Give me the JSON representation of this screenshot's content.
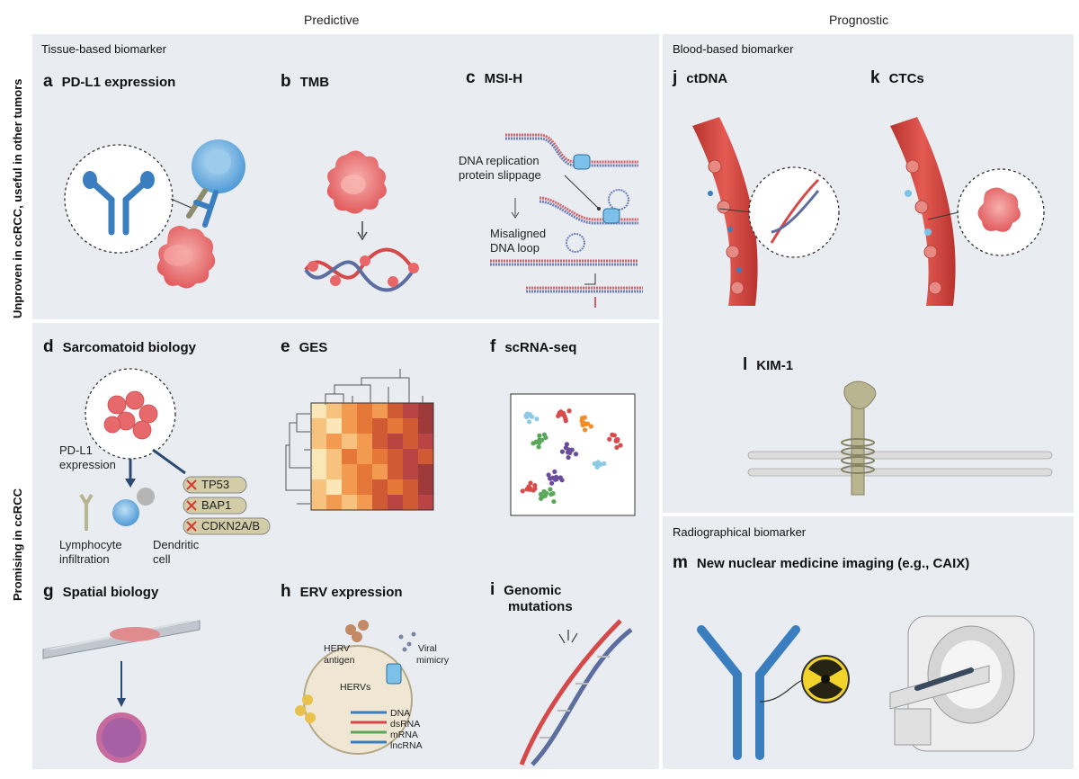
{
  "columns": {
    "predictive": "Predictive",
    "prognostic": "Prognostic"
  },
  "rows": {
    "top": "Unproven in ccRCC, useful in other tumors",
    "bottom": "Promising in ccRCC"
  },
  "sections": {
    "tissue": "Tissue-based biomarker",
    "blood": "Blood-based biomarker",
    "radio": "Radiographical biomarker"
  },
  "panels": {
    "a": {
      "letter": "a",
      "title": "PD-L1 expression"
    },
    "b": {
      "letter": "b",
      "title": "TMB"
    },
    "c": {
      "letter": "c",
      "title": "MSI-H",
      "labels": [
        "DNA replication",
        "protein slippage",
        "Misaligned",
        "DNA loop"
      ]
    },
    "d": {
      "letter": "d",
      "title": "Sarcomatoid biology",
      "labels": {
        "pdl1": [
          "PD-L1",
          "expression"
        ],
        "lymph": [
          "Lymphocyte",
          "infiltration"
        ],
        "dend": [
          "Dendritic",
          "cell"
        ]
      },
      "genes": [
        "TP53",
        "BAP1",
        "CDKN2A/B"
      ]
    },
    "e": {
      "letter": "e",
      "title": "GES"
    },
    "f": {
      "letter": "f",
      "title": "scRNA-seq"
    },
    "g": {
      "letter": "g",
      "title": "Spatial biology"
    },
    "h": {
      "letter": "h",
      "title": "ERV expression",
      "labels": {
        "herv_antigen": [
          "HERV",
          "antigen"
        ],
        "viral": [
          "Viral",
          "mimicry"
        ],
        "hervs": "HERVs",
        "legend": [
          "DNA",
          "dsRNA",
          "mRNA",
          "lncRNA"
        ]
      }
    },
    "i": {
      "letter": "i",
      "title": [
        "Genomic",
        "mutations"
      ]
    },
    "j": {
      "letter": "j",
      "title": "ctDNA"
    },
    "k": {
      "letter": "k",
      "title": "CTCs"
    },
    "l": {
      "letter": "l",
      "title": "KIM-1"
    },
    "m": {
      "letter": "m",
      "title": "New nuclear medicine imaging (e.g., CAIX)"
    }
  },
  "colors": {
    "panel_bg": "#e9edf2",
    "cell_red": "#e8696b",
    "blue": "#3a7fc0",
    "vessel": "#c9403c"
  }
}
